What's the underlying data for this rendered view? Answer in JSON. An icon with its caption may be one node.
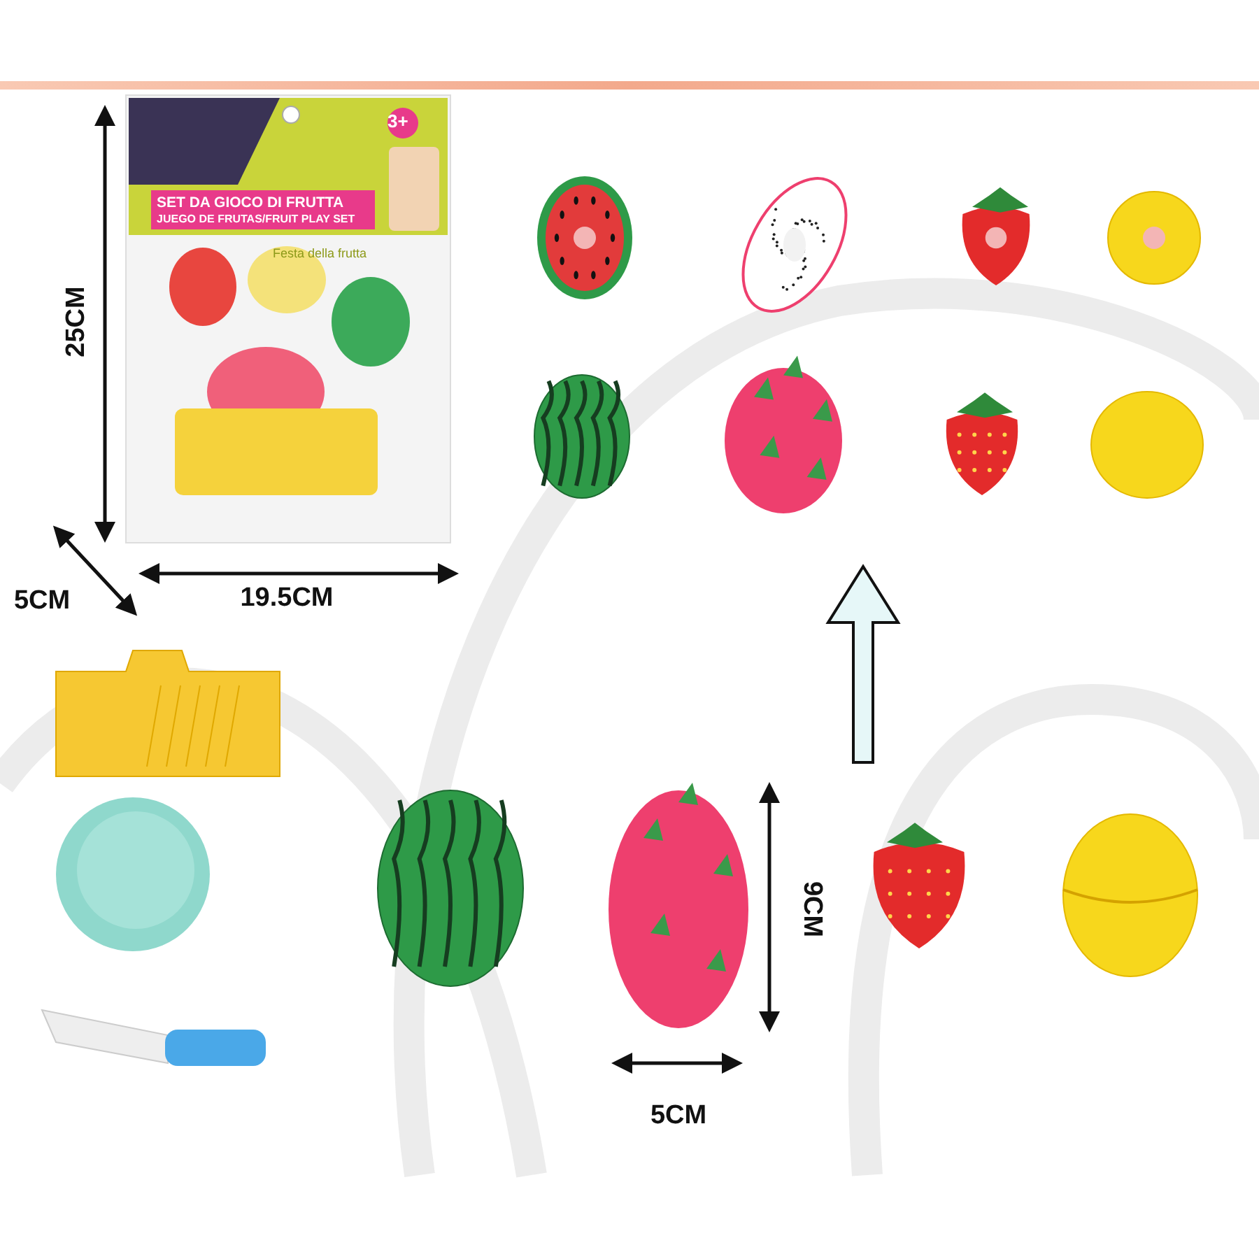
{
  "diagram": {
    "labels": [
      "3+",
      "SET DA GIOCO DI FRUTTA",
      "JUEGO DE FRUTAS/FRUIT PLAY SET",
      "Festa della frutta",
      "25CM",
      "5CM",
      "19.5CM",
      "9CM",
      "5CM"
    ]
  }
}
